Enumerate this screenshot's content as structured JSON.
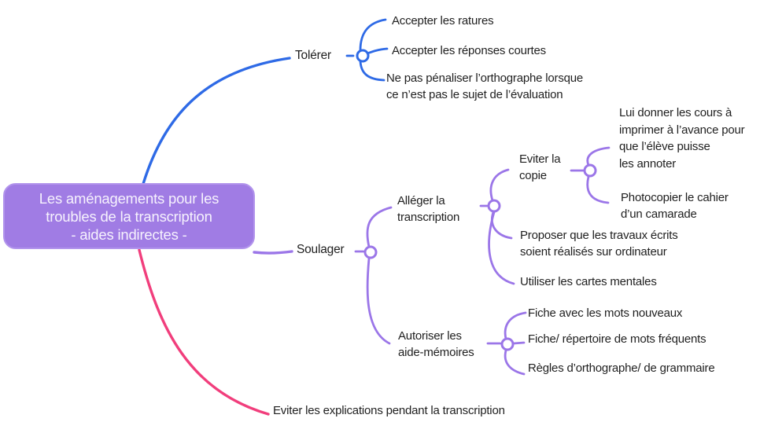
{
  "colors": {
    "background": "#ffffff",
    "text": "#1f1f1f",
    "branch_blue": "#2e6ae6",
    "branch_purple": "#9b76e8",
    "branch_pink": "#f13e7c",
    "root_fill": "#a07ce4",
    "root_border": "#b294ec",
    "root_text": "#f6f2fd"
  },
  "mindmap": {
    "root": {
      "label": "Les aménagements pour les\ntroubles de la transcription\n- aides indirectes -"
    },
    "branches": [
      {
        "label": "Tolérer",
        "color": "#2e6ae6",
        "children": [
          {
            "label": "Accepter les ratures"
          },
          {
            "label": "Accepter les réponses courtes"
          },
          {
            "label": "Ne pas pénaliser l’orthographe lorsque\nce n’est pas le sujet de l’évaluation"
          }
        ]
      },
      {
        "label": "Soulager",
        "color": "#9b76e8",
        "children": [
          {
            "label": "Alléger la\ntranscription",
            "children": [
              {
                "label": "Eviter la\ncopie",
                "children": [
                  {
                    "label": "Lui donner les cours à\nimprimer à l’avance pour\nque l’élève puisse\nles annoter"
                  },
                  {
                    "label": "Photocopier le cahier\nd’un camarade"
                  }
                ]
              },
              {
                "label": "Proposer que les travaux écrits\nsoient réalisés sur ordinateur"
              },
              {
                "label": "Utiliser les cartes mentales"
              }
            ]
          },
          {
            "label": "Autoriser les\naide-mémoires",
            "children": [
              {
                "label": "Fiche avec les mots nouveaux"
              },
              {
                "label": "Fiche/ répertoire de mots fréquents"
              },
              {
                "label": "Règles d’orthographe/ de grammaire"
              }
            ]
          }
        ]
      },
      {
        "label": "Eviter les explications pendant la transcription",
        "color": "#f13e7c"
      }
    ]
  }
}
